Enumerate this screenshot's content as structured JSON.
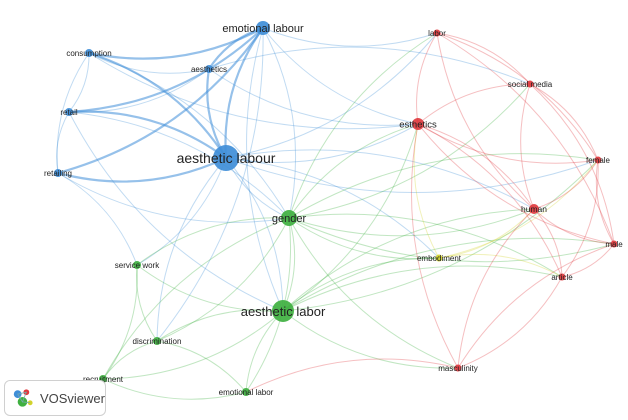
{
  "brand": {
    "name": "VOSviewer"
  },
  "colors": {
    "blue": "#3f8ed8",
    "green": "#3fb040",
    "red": "#e0393e",
    "yellow": "#d3d32a"
  },
  "nodes": [
    {
      "id": "aesthetic-labour",
      "label": "aesthetic labour",
      "cluster": "blue",
      "weight": 3
    },
    {
      "id": "emotional-labour",
      "label": "emotional labour",
      "cluster": "blue",
      "weight": 2
    },
    {
      "id": "consumption",
      "label": "consumption",
      "cluster": "blue",
      "weight": 1
    },
    {
      "id": "aesthetics",
      "label": "aesthetics",
      "cluster": "blue",
      "weight": 1
    },
    {
      "id": "retail",
      "label": "retail",
      "cluster": "blue",
      "weight": 1
    },
    {
      "id": "retailing",
      "label": "retailing",
      "cluster": "blue",
      "weight": 1
    },
    {
      "id": "gender",
      "label": "gender",
      "cluster": "green",
      "weight": 2
    },
    {
      "id": "aesthetic-labor",
      "label": "aesthetic labor",
      "cluster": "green",
      "weight": 3
    },
    {
      "id": "service-work",
      "label": "service work",
      "cluster": "green",
      "weight": 1
    },
    {
      "id": "discrimination",
      "label": "discrimination",
      "cluster": "green",
      "weight": 1
    },
    {
      "id": "recruitment",
      "label": "recruitment",
      "cluster": "green",
      "weight": 1
    },
    {
      "id": "emotional-labor",
      "label": "emotional labor",
      "cluster": "green",
      "weight": 1
    },
    {
      "id": "embodiment",
      "label": "embodiment",
      "cluster": "yellow",
      "weight": 1
    },
    {
      "id": "labor",
      "label": "labor",
      "cluster": "red",
      "weight": 1
    },
    {
      "id": "social-media",
      "label": "social media",
      "cluster": "red",
      "weight": 1
    },
    {
      "id": "esthetics",
      "label": "esthetics",
      "cluster": "red",
      "weight": 2
    },
    {
      "id": "female",
      "label": "female",
      "cluster": "red",
      "weight": 1
    },
    {
      "id": "human",
      "label": "human",
      "cluster": "red",
      "weight": 1
    },
    {
      "id": "male",
      "label": "male",
      "cluster": "red",
      "weight": 1
    },
    {
      "id": "article",
      "label": "article",
      "cluster": "red",
      "weight": 1
    },
    {
      "id": "masculinity",
      "label": "masculinity",
      "cluster": "red",
      "weight": 1
    }
  ],
  "edges": [
    [
      "aesthetic-labour",
      "emotional-labour"
    ],
    [
      "aesthetic-labour",
      "consumption"
    ],
    [
      "aesthetic-labour",
      "aesthetics"
    ],
    [
      "aesthetic-labour",
      "retail"
    ],
    [
      "aesthetic-labour",
      "retailing"
    ],
    [
      "aesthetic-labour",
      "gender"
    ],
    [
      "aesthetic-labour",
      "aesthetic-labor"
    ],
    [
      "aesthetic-labour",
      "esthetics"
    ],
    [
      "aesthetic-labour",
      "service-work"
    ],
    [
      "aesthetic-labour",
      "discrimination"
    ],
    [
      "aesthetic-labour",
      "human"
    ],
    [
      "aesthetic-labour",
      "labor"
    ],
    [
      "aesthetic-labour",
      "embodiment"
    ],
    [
      "aesthetic-labour",
      "female"
    ],
    [
      "emotional-labour",
      "consumption"
    ],
    [
      "emotional-labour",
      "aesthetics"
    ],
    [
      "emotional-labour",
      "retail"
    ],
    [
      "emotional-labour",
      "esthetics"
    ],
    [
      "emotional-labour",
      "gender"
    ],
    [
      "emotional-labour",
      "aesthetic-labor"
    ],
    [
      "emotional-labour",
      "discrimination"
    ],
    [
      "emotional-labour",
      "labor"
    ],
    [
      "emotional-labour",
      "retailing"
    ],
    [
      "consumption",
      "aesthetics"
    ],
    [
      "consumption",
      "retail"
    ],
    [
      "consumption",
      "retailing"
    ],
    [
      "consumption",
      "gender"
    ],
    [
      "consumption",
      "esthetics"
    ],
    [
      "aesthetics",
      "retail"
    ],
    [
      "aesthetics",
      "esthetics"
    ],
    [
      "aesthetics",
      "social-media"
    ],
    [
      "retail",
      "retailing"
    ],
    [
      "retail",
      "gender"
    ],
    [
      "retail",
      "aesthetic-labor"
    ],
    [
      "retailing",
      "service-work"
    ],
    [
      "retailing",
      "gender"
    ],
    [
      "gender",
      "aesthetic-labor"
    ],
    [
      "gender",
      "service-work"
    ],
    [
      "gender",
      "discrimination"
    ],
    [
      "gender",
      "recruitment"
    ],
    [
      "gender",
      "emotional-labor"
    ],
    [
      "gender",
      "embodiment"
    ],
    [
      "gender",
      "esthetics"
    ],
    [
      "gender",
      "human"
    ],
    [
      "gender",
      "female"
    ],
    [
      "gender",
      "male"
    ],
    [
      "gender",
      "article"
    ],
    [
      "gender",
      "masculinity"
    ],
    [
      "gender",
      "labor"
    ],
    [
      "gender",
      "social-media"
    ],
    [
      "aesthetic-labor",
      "service-work"
    ],
    [
      "aesthetic-labor",
      "discrimination"
    ],
    [
      "aesthetic-labor",
      "recruitment"
    ],
    [
      "aesthetic-labor",
      "emotional-labor"
    ],
    [
      "aesthetic-labor",
      "embodiment"
    ],
    [
      "aesthetic-labor",
      "esthetics"
    ],
    [
      "aesthetic-labor",
      "human"
    ],
    [
      "aesthetic-labor",
      "masculinity"
    ],
    [
      "aesthetic-labor",
      "article"
    ],
    [
      "aesthetic-labor",
      "female"
    ],
    [
      "aesthetic-labor",
      "male"
    ],
    [
      "service-work",
      "discrimination"
    ],
    [
      "service-work",
      "recruitment"
    ],
    [
      "discrimination",
      "recruitment"
    ],
    [
      "discrimination",
      "emotional-labor"
    ],
    [
      "recruitment",
      "emotional-labor"
    ],
    [
      "embodiment",
      "esthetics"
    ],
    [
      "embodiment",
      "human"
    ],
    [
      "embodiment",
      "article"
    ],
    [
      "embodiment",
      "female"
    ],
    [
      "labor",
      "social-media"
    ],
    [
      "labor",
      "esthetics"
    ],
    [
      "labor",
      "female"
    ],
    [
      "labor",
      "human"
    ],
    [
      "labor",
      "male"
    ],
    [
      "social-media",
      "esthetics"
    ],
    [
      "social-media",
      "female"
    ],
    [
      "social-media",
      "human"
    ],
    [
      "social-media",
      "male"
    ],
    [
      "esthetics",
      "female"
    ],
    [
      "esthetics",
      "human"
    ],
    [
      "esthetics",
      "male"
    ],
    [
      "esthetics",
      "article"
    ],
    [
      "esthetics",
      "masculinity"
    ],
    [
      "female",
      "human"
    ],
    [
      "female",
      "male"
    ],
    [
      "female",
      "article"
    ],
    [
      "human",
      "male"
    ],
    [
      "human",
      "article"
    ],
    [
      "human",
      "masculinity"
    ],
    [
      "male",
      "article"
    ],
    [
      "male",
      "masculinity"
    ],
    [
      "article",
      "masculinity"
    ],
    [
      "masculinity",
      "emotional-labor"
    ]
  ]
}
